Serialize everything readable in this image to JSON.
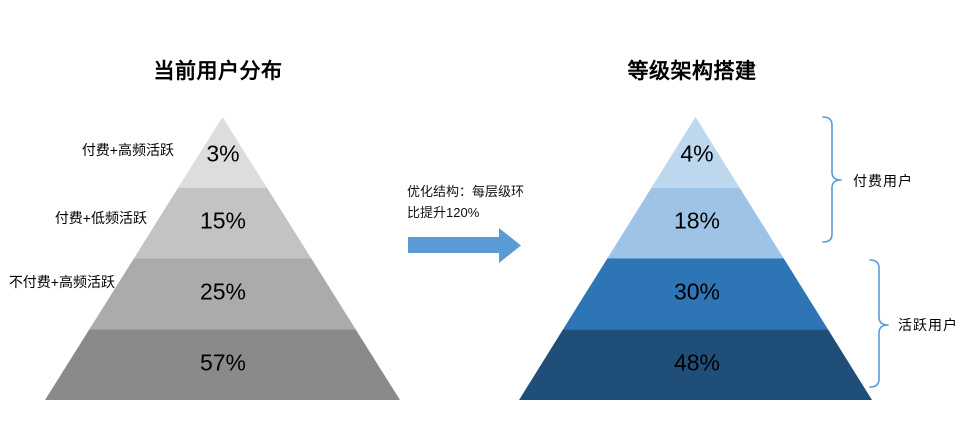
{
  "page": {
    "background": "#ffffff"
  },
  "left_chart": {
    "title": "当前用户分布",
    "layers": [
      {
        "label": "付费+高频活跃",
        "value": "3%",
        "color": "#dddddd"
      },
      {
        "label": "付费+低频活跃",
        "value": "15%",
        "color": "#c3c3c3"
      },
      {
        "label": "不付费+高频活跃",
        "value": "25%",
        "color": "#ababab"
      },
      {
        "label": "",
        "value": "57%",
        "color": "#8a8a8a"
      }
    ]
  },
  "transition": {
    "note_line1": "优化结构：每层级环",
    "note_line2": "比提升120%",
    "arrow_color": "#5b9bd5"
  },
  "right_chart": {
    "title": "等级架构搭建",
    "layers": [
      {
        "value": "4%",
        "color": "#bdd7ee"
      },
      {
        "value": "18%",
        "color": "#9dc3e6"
      },
      {
        "value": "30%",
        "color": "#2e75b6"
      },
      {
        "value": "48%",
        "color": "#1f4e79"
      }
    ],
    "bracket_color": "#5b9bd5",
    "brackets": [
      {
        "label": "付费用户",
        "covers_values": [
          "4%",
          "18%"
        ]
      },
      {
        "label": "活跃用户",
        "covers_values": [
          "30%",
          "48%"
        ]
      }
    ]
  },
  "chart_data": [
    {
      "type": "pyramid",
      "title": "当前用户分布",
      "categories": [
        "付费+高频活跃",
        "付费+低频活跃",
        "不付费+高频活跃",
        ""
      ],
      "values": [
        3,
        15,
        25,
        57
      ],
      "unit": "%",
      "colors": [
        "#dddddd",
        "#c3c3c3",
        "#ababab",
        "#8a8a8a"
      ],
      "order": "top-to-bottom"
    },
    {
      "type": "pyramid",
      "title": "等级架构搭建",
      "categories": [
        "",
        "",
        "",
        ""
      ],
      "values": [
        4,
        18,
        30,
        48
      ],
      "unit": "%",
      "colors": [
        "#bdd7ee",
        "#9dc3e6",
        "#2e75b6",
        "#1f4e79"
      ],
      "order": "top-to-bottom",
      "groups": [
        {
          "label": "付费用户",
          "layer_indices": [
            0,
            1
          ]
        },
        {
          "label": "活跃用户",
          "layer_indices": [
            2,
            3
          ]
        }
      ],
      "annotation": "优化结构：每层级环比提升120%"
    }
  ]
}
